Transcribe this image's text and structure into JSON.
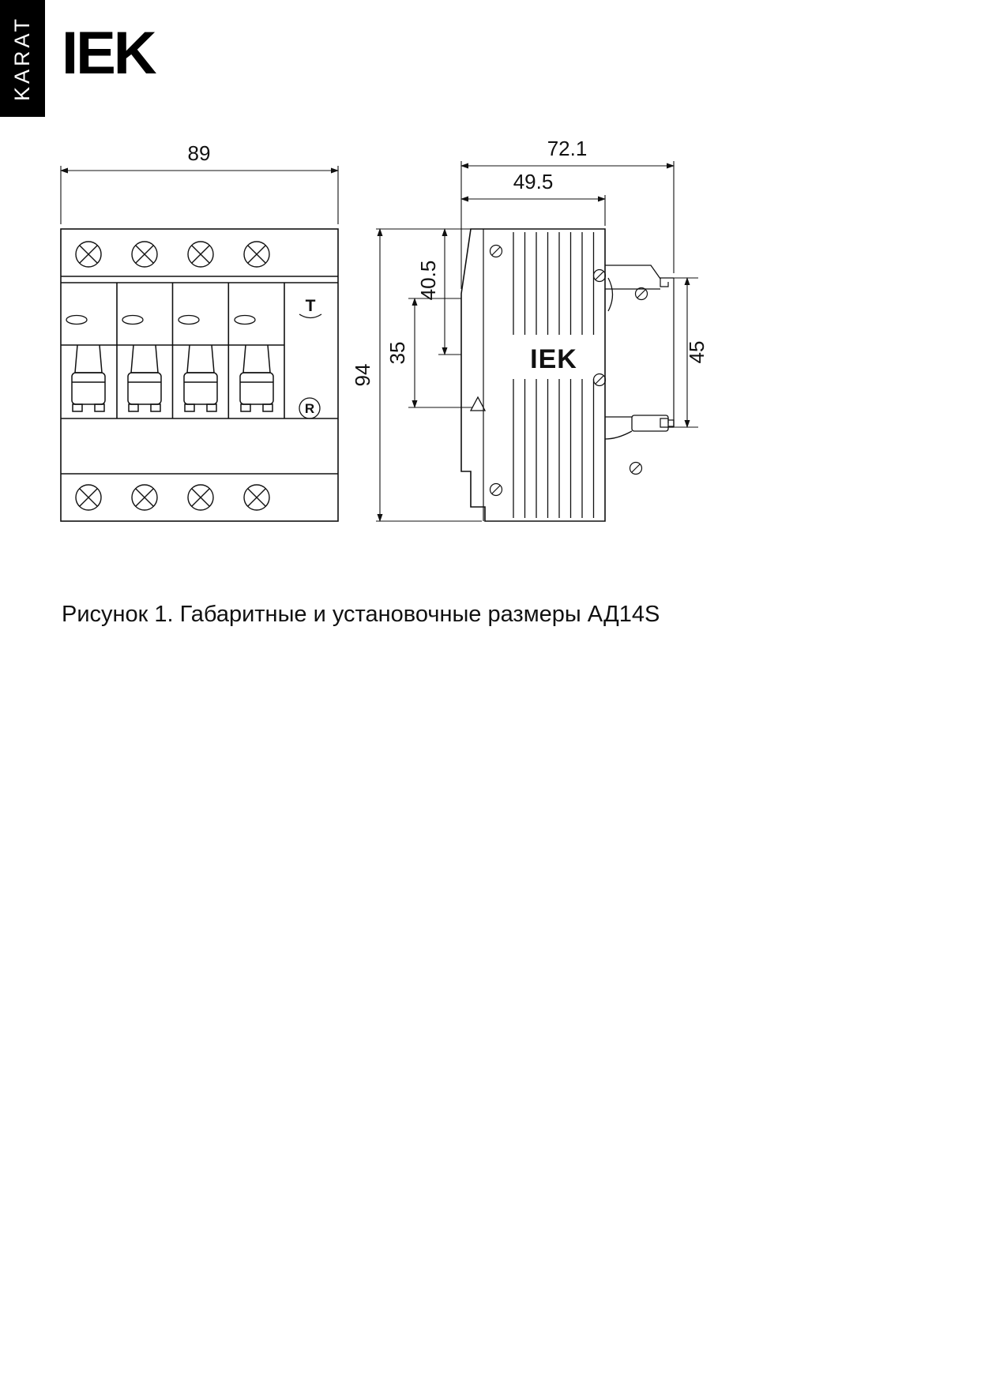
{
  "branding": {
    "karat_label": "KARAT",
    "logo_text": "IEK"
  },
  "caption": "Рисунок 1. Габаритные и установочные размеры  АД14S",
  "drawing": {
    "front_view": {
      "width_dim": "89",
      "test_button_label": "T",
      "registered_mark": "R"
    },
    "side_view": {
      "overall_depth_dim": "72.1",
      "body_depth_dim": "49.5",
      "top_offset_dim": "40.5",
      "slot_dim": "35",
      "height_dim": "94",
      "rail_dim": "45",
      "embossed_logo": "IEK"
    }
  }
}
